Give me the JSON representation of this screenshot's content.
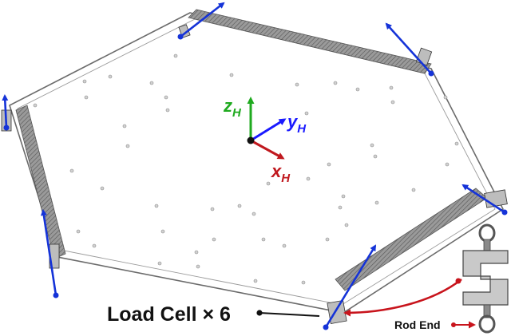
{
  "axes": {
    "z": {
      "letter": "z",
      "sub": "H",
      "color": "#1faa1f"
    },
    "y": {
      "letter": "y",
      "sub": "H",
      "color": "#1a1aff"
    },
    "x": {
      "letter": "x",
      "sub": "H",
      "color": "#c0181e"
    }
  },
  "callouts": {
    "load_cell": "Load Cell × 6",
    "rod_end": "Rod End"
  },
  "colors": {
    "force_arrow": "#1533d8",
    "callout_arrow": "#c8141c",
    "plate_outline": "#6b6b6b",
    "plate_fill": "#ffffff",
    "rail": "#7a7a7a"
  }
}
